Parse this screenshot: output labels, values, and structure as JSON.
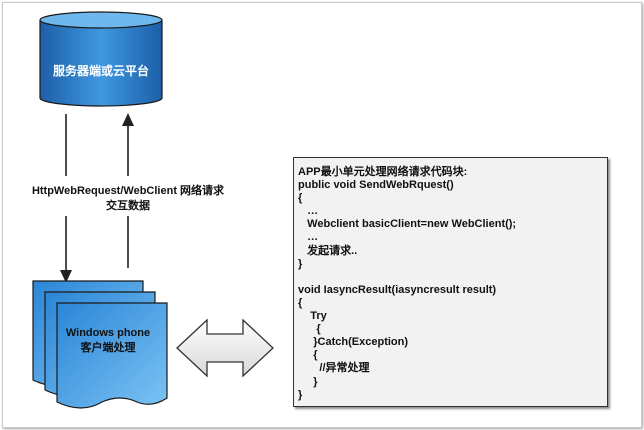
{
  "server": {
    "label": "服务器端或云平台"
  },
  "connection": {
    "label_line1": "HttpWebRequest/WebClient 网络请求",
    "label_line2": "交互数据"
  },
  "client": {
    "label_line1": "Windows phone",
    "label_line2": "客户端处理"
  },
  "code_block": {
    "lines": [
      "APP最小单元处理网络请求代码块:",
      "public void SendWebRquest()",
      "{",
      "   …",
      "   Webclient basicClient=new WebClient();",
      "   …",
      "   发起请求..",
      "}",
      "",
      "void IasyncResult(iasyncresult result)",
      "{",
      "    Try",
      "      {",
      "     }Catch(Exception)",
      "     {",
      "       //异常处理",
      "     }",
      "}"
    ]
  },
  "colors": {
    "accent": "#1e77c7",
    "accent_light": "#5fb0ef",
    "stroke": "#222222"
  }
}
